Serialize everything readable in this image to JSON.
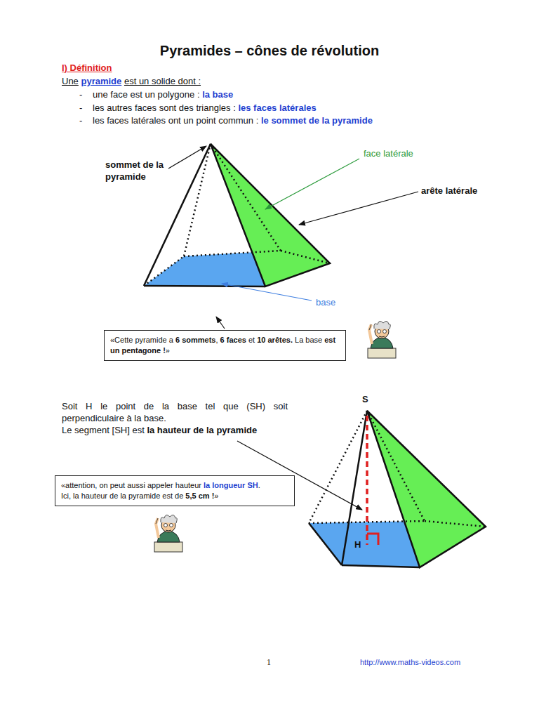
{
  "diagram": {
    "title": "Pyramides – cônes de révolution",
    "nodes": [
      {
        "text": [
          "«Cette pyramide a",
          "6 sommets",
          ",",
          "6 faces",
          "et",
          "10 arêtes.",
          "La base",
          "est un pentagone !",
          "»"
        ]
      },
      {
        "text": [
          "«attention, on peut aussi appeler hauteur",
          "la longueur SH",
          ".",
          "Ici, la hauteur de la pyramide est de",
          "5,5 cm !",
          "»"
        ]
      }
    ],
    "labels": [
      "I) Définition",
      "Une",
      "pyramide",
      "est un solide dont :",
      "-",
      "une face est un polygone :",
      "la base",
      "-",
      "les autres faces sont des triangles :",
      "les faces latérales",
      "-",
      "les faces latérales ont un point commun :",
      "le sommet de la pyramide",
      "sommet de la pyramide",
      "face latérale",
      "arête latérale",
      "base",
      "Soit H le point de la base tel que (SH) soit perpendiculaire à la base.",
      "Le segment [SH] est",
      "la hauteur de la pyramide",
      "S",
      "H",
      "1",
      "http://www.maths-videos.com"
    ]
  }
}
